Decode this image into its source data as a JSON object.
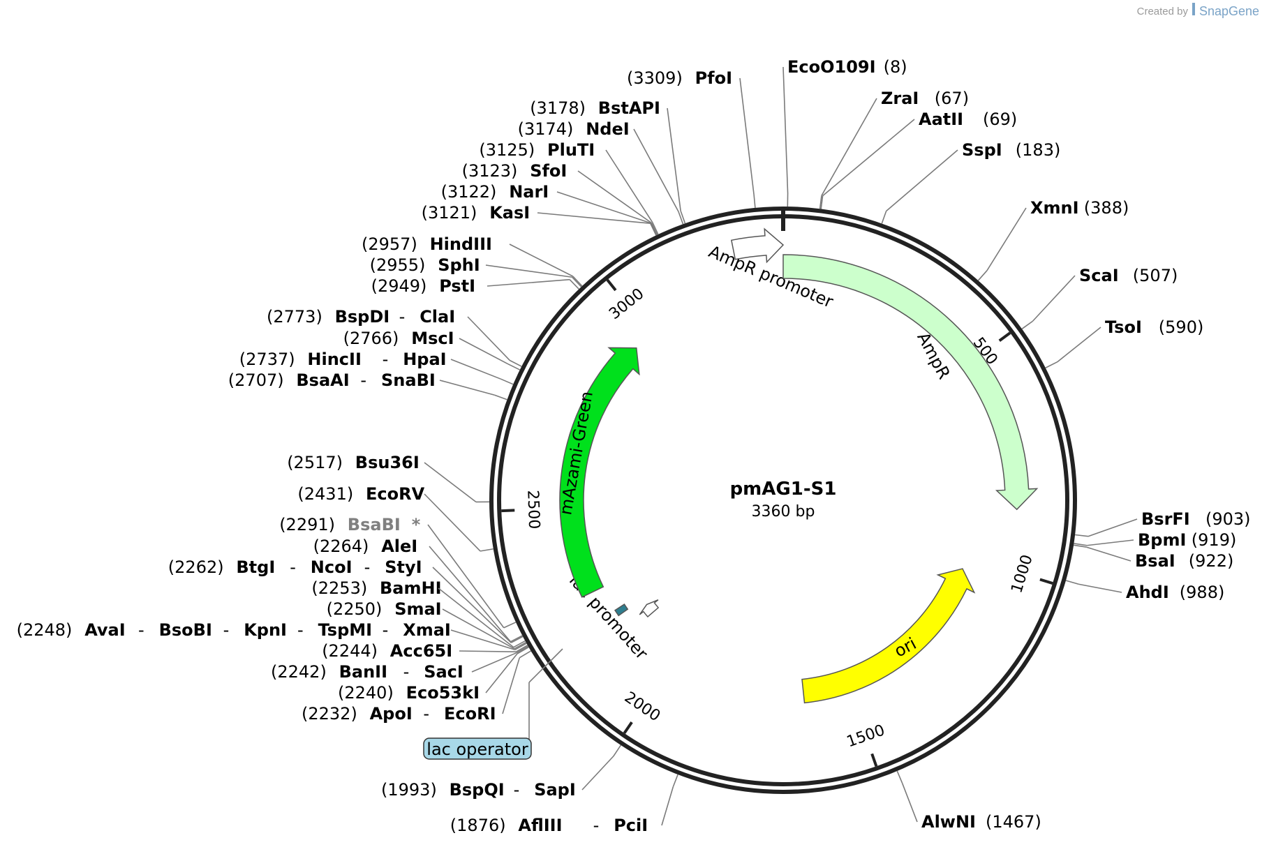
{
  "plasmid": {
    "name": "pmAG1-S1",
    "length_label": "3360 bp",
    "length_bp": 3360
  },
  "credit": {
    "prefix": "Created by",
    "brand": "SnapGene"
  },
  "ticks": [
    {
      "bp": 500,
      "label": "500"
    },
    {
      "bp": 1000,
      "label": "1000"
    },
    {
      "bp": 1500,
      "label": "1500"
    },
    {
      "bp": 2000,
      "label": "2000"
    },
    {
      "bp": 2500,
      "label": "2500"
    },
    {
      "bp": 3000,
      "label": "3000"
    }
  ],
  "features": [
    {
      "name": "AmpR promoter",
      "label": "AmpR promoter",
      "start": 3255,
      "end": 3360,
      "color": "#ffffff",
      "direction": "forward"
    },
    {
      "name": "AmpR",
      "label": "AmpR",
      "start": 0,
      "end": 861,
      "color": "#ccffcc",
      "direction": "forward"
    },
    {
      "name": "ori",
      "label": "ori",
      "start": 1035,
      "end": 1624,
      "color": "#ffff00",
      "direction": "reverse"
    },
    {
      "name": "lac promoter",
      "label": "lac promoter",
      "start": 2140,
      "end": 2171,
      "color": "#ffffff",
      "direction": "forward"
    },
    {
      "name": "lac operator",
      "label": "lac operator",
      "start": 2193,
      "end": 2210,
      "color": "#2e7e8f",
      "direction": "none"
    },
    {
      "name": "mAzami-Green",
      "label": "mAzami-Green",
      "start": 2280,
      "end": 2950,
      "color": "#00e01c",
      "direction": "forward"
    }
  ],
  "feature_callouts": [
    {
      "label": "lac operator",
      "color": "#a8d8e8"
    }
  ],
  "sites": [
    {
      "pos": "(3309)",
      "names": [
        "PfoI"
      ],
      "bp": 3309
    },
    {
      "pos": "(8)",
      "names": [
        "EcoO109I"
      ],
      "bp": 8
    },
    {
      "pos": "(67)",
      "names": [
        "ZraI"
      ],
      "bp": 67
    },
    {
      "pos": "(69)",
      "names": [
        "AatII"
      ],
      "bp": 69
    },
    {
      "pos": "(183)",
      "names": [
        "SspI"
      ],
      "bp": 183
    },
    {
      "pos": "(388)",
      "names": [
        "XmnI"
      ],
      "bp": 388
    },
    {
      "pos": "(507)",
      "names": [
        "ScaI"
      ],
      "bp": 507
    },
    {
      "pos": "(590)",
      "names": [
        "TsoI"
      ],
      "bp": 590
    },
    {
      "pos": "(903)",
      "names": [
        "BsrFI"
      ],
      "bp": 903
    },
    {
      "pos": "(919)",
      "names": [
        "BpmI"
      ],
      "bp": 919
    },
    {
      "pos": "(922)",
      "names": [
        "BsaI"
      ],
      "bp": 922
    },
    {
      "pos": "(988)",
      "names": [
        "AhdI"
      ],
      "bp": 988
    },
    {
      "pos": "(1467)",
      "names": [
        "AlwNI"
      ],
      "bp": 1467
    },
    {
      "pos": "(1876)",
      "names": [
        "AflIII",
        "PciI"
      ],
      "bp": 1876
    },
    {
      "pos": "(1993)",
      "names": [
        "BspQI",
        "SapI"
      ],
      "bp": 1993
    },
    {
      "pos": "(2232)",
      "names": [
        "ApoI",
        "EcoRI"
      ],
      "bp": 2232
    },
    {
      "pos": "(2240)",
      "names": [
        "Eco53kI"
      ],
      "bp": 2240
    },
    {
      "pos": "(2242)",
      "names": [
        "BanII",
        "SacI"
      ],
      "bp": 2242
    },
    {
      "pos": "(2244)",
      "names": [
        "Acc65I"
      ],
      "bp": 2244
    },
    {
      "pos": "(2248)",
      "names": [
        "AvaI",
        "BsoBI",
        "KpnI",
        "TspMI",
        "XmaI"
      ],
      "bp": 2248
    },
    {
      "pos": "(2250)",
      "names": [
        "SmaI"
      ],
      "bp": 2250
    },
    {
      "pos": "(2253)",
      "names": [
        "BamHI"
      ],
      "bp": 2253
    },
    {
      "pos": "(2262)",
      "names": [
        "BtgI",
        "NcoI",
        "StyI"
      ],
      "bp": 2262
    },
    {
      "pos": "(2264)",
      "names": [
        "AleI"
      ],
      "bp": 2264
    },
    {
      "pos": "(2291)",
      "names": [
        "BsaBI"
      ],
      "bp": 2291,
      "note": "*",
      "grey": true
    },
    {
      "pos": "(2431)",
      "names": [
        "EcoRV"
      ],
      "bp": 2431
    },
    {
      "pos": "(2517)",
      "names": [
        "Bsu36I"
      ],
      "bp": 2517
    },
    {
      "pos": "(2707)",
      "names": [
        "BsaAI",
        "SnaBI"
      ],
      "bp": 2707
    },
    {
      "pos": "(2737)",
      "names": [
        "HincII",
        "HpaI"
      ],
      "bp": 2737
    },
    {
      "pos": "(2766)",
      "names": [
        "MscI"
      ],
      "bp": 2766
    },
    {
      "pos": "(2773)",
      "names": [
        "BspDI",
        "ClaI"
      ],
      "bp": 2773
    },
    {
      "pos": "(2949)",
      "names": [
        "PstI"
      ],
      "bp": 2949
    },
    {
      "pos": "(2955)",
      "names": [
        "SphI"
      ],
      "bp": 2955
    },
    {
      "pos": "(2957)",
      "names": [
        "HindIII"
      ],
      "bp": 2957
    },
    {
      "pos": "(3121)",
      "names": [
        "KasI"
      ],
      "bp": 3121
    },
    {
      "pos": "(3122)",
      "names": [
        "NarI"
      ],
      "bp": 3122
    },
    {
      "pos": "(3123)",
      "names": [
        "SfoI"
      ],
      "bp": 3123
    },
    {
      "pos": "(3125)",
      "names": [
        "PluTI"
      ],
      "bp": 3125
    },
    {
      "pos": "(3174)",
      "names": [
        "NdeI"
      ],
      "bp": 3174
    },
    {
      "pos": "(3178)",
      "names": [
        "BstAPI"
      ],
      "bp": 3178
    }
  ]
}
